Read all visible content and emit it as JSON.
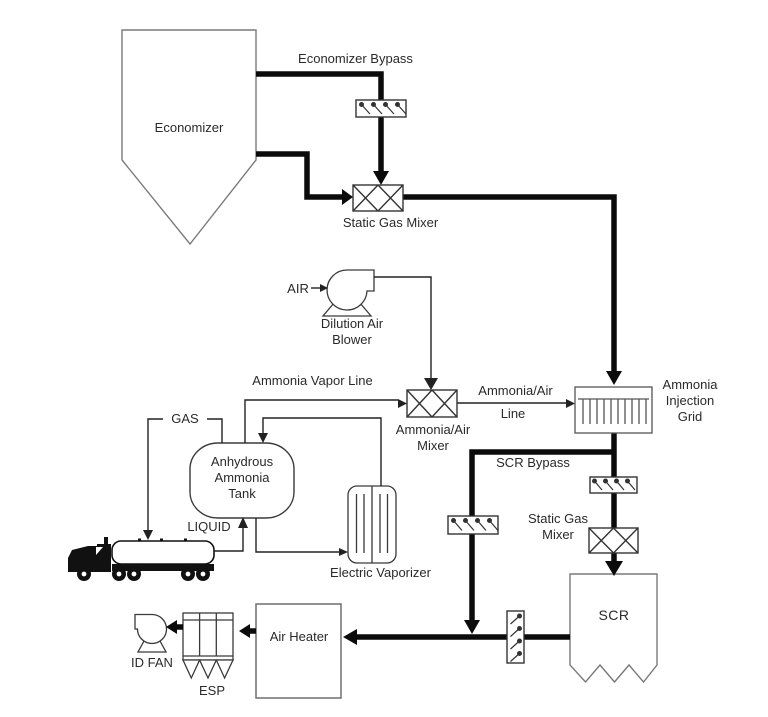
{
  "diagram_title": "SCR ammonia injection process flow diagram",
  "colors": {
    "background": "#ffffff",
    "thick_pipe": "#0b0b0b",
    "thin_pipe": "#222222",
    "vessel_outline": "#7a7a7a",
    "symbol_outline": "#333333",
    "text": "#2a2a2a"
  },
  "labels": {
    "economizer": "Economizer",
    "economizer_bypass": "Economizer Bypass",
    "static_gas_mixer_1": "Static Gas Mixer",
    "air": "AIR",
    "dilution_air_blower": "Dilution Air\nBlower",
    "ammonia_vapor_line": "Ammonia Vapor Line",
    "ammonia_air_mixer": "Ammonia/Air\nMixer",
    "ammonia_air": "Ammonia/Air",
    "line_word": "Line",
    "ammonia_injection_grid": "Ammonia\nInjection\nGrid",
    "scr_bypass": "SCR Bypass",
    "static_gas_mixer_2": "Static Gas\nMixer",
    "scr": "SCR",
    "gas": "GAS",
    "anhydrous_ammonia_tank": "Anhydrous\nAmmonia\nTank",
    "liquid": "LIQUID",
    "electric_vaporizer": "Electric Vaporizer",
    "air_heater": "Air Heater",
    "esp": "ESP",
    "id_fan": "ID FAN"
  }
}
